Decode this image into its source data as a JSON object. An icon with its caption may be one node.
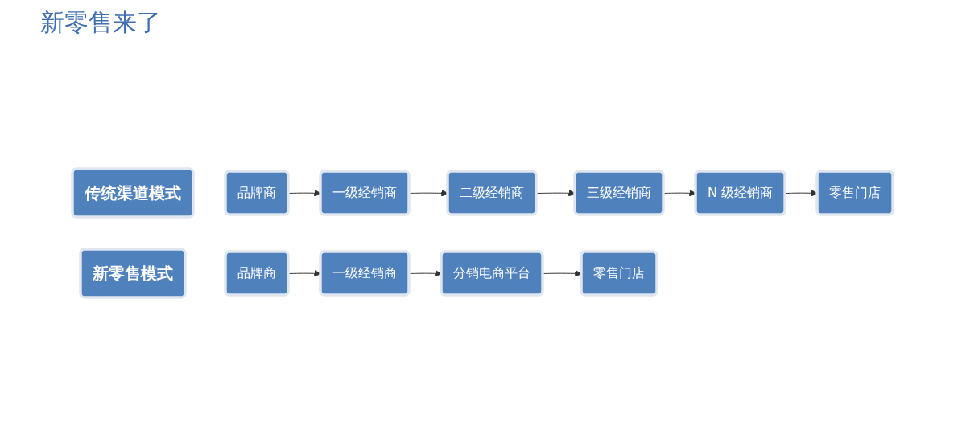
{
  "diagram": {
    "nodes": [
      {
        "text": [
          "传统渠道模式"
        ]
      },
      {
        "text": [
          "品牌商"
        ]
      },
      {
        "text": [
          "一级经销商"
        ]
      },
      {
        "text": [
          "二级经销商"
        ]
      },
      {
        "text": [
          "三级经销商"
        ]
      },
      {
        "text": [
          "N 级经销商"
        ]
      },
      {
        "text": [
          "零售门店"
        ]
      },
      {
        "text": [
          "新零售模式"
        ]
      },
      {
        "text": [
          "品牌商"
        ]
      },
      {
        "text": [
          "一级经销商"
        ]
      },
      {
        "text": [
          "分销电商平台"
        ]
      },
      {
        "text": [
          "零售门店"
        ]
      }
    ],
    "edges": [
      {
        "from": 1,
        "to": 2,
        "arrow": "to"
      },
      {
        "from": 2,
        "to": 3,
        "arrow": "to"
      },
      {
        "from": 3,
        "to": 4,
        "arrow": "to"
      },
      {
        "from": 4,
        "to": 5,
        "arrow": "to"
      },
      {
        "from": 5,
        "to": 6,
        "arrow": "to"
      },
      {
        "from": 8,
        "to": 9,
        "arrow": "to"
      },
      {
        "from": 9,
        "to": 10,
        "arrow": "to"
      },
      {
        "from": 10,
        "to": 11,
        "arrow": "to"
      }
    ],
    "labels": [
      "新零售来了"
    ]
  }
}
